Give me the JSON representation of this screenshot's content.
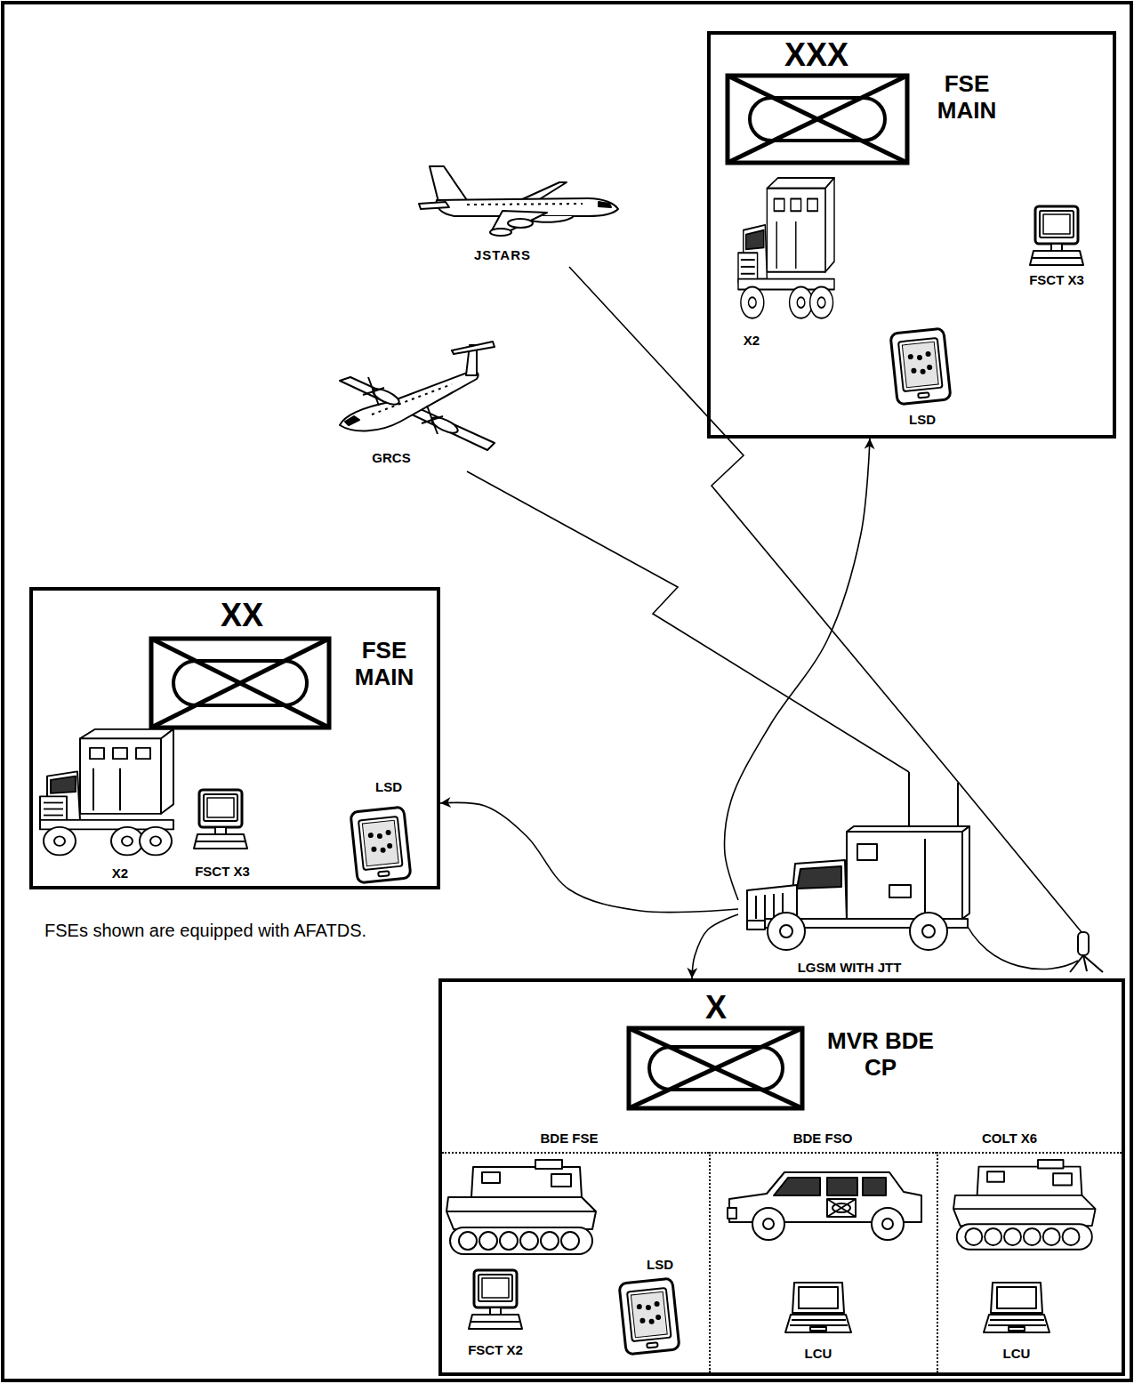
{
  "diagram": {
    "nodes": [
      {
        "text": [
          "XXX",
          "FSE MAIN",
          "X2",
          "FSCT X3",
          "LSD"
        ]
      },
      {
        "text": [
          "JSTARS"
        ]
      },
      {
        "text": [
          "GRCS"
        ]
      },
      {
        "text": [
          "XX",
          "FSE MAIN",
          "X2",
          "FSCT X3",
          "LSD"
        ]
      },
      {
        "text": [
          "LGSM WITH JTT"
        ]
      },
      {
        "text": [
          "X",
          "MVR BDE CP"
        ]
      },
      {
        "text": [
          "BDE FSE",
          "FSCT X2",
          "LSD"
        ],
        "in": 5
      },
      {
        "text": [
          "BDE FSO",
          "LCU"
        ],
        "in": 5
      },
      {
        "text": [
          "COLT X6",
          "LCU"
        ],
        "in": 5
      }
    ],
    "edges": [
      {
        "from": 1,
        "to": 4,
        "arrow": "none"
      },
      {
        "from": 2,
        "to": 4,
        "arrow": "none"
      },
      {
        "from": 4,
        "to": 0,
        "arrow": "to"
      },
      {
        "from": 4,
        "to": 3,
        "arrow": "to"
      },
      {
        "from": 4,
        "to": 5,
        "arrow": "to"
      }
    ],
    "labels": [
      "FSEs shown are equipped with AFATDS."
    ]
  }
}
